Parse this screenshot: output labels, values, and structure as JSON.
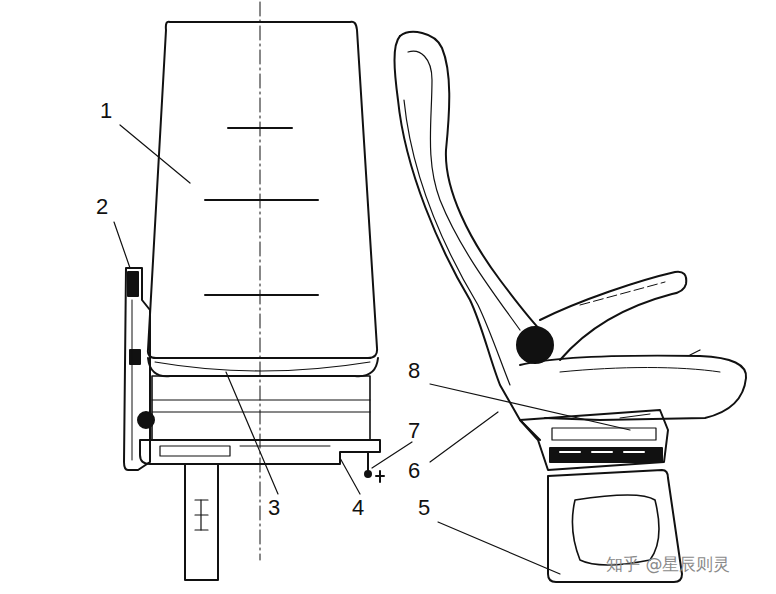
{
  "diagram": {
    "labels": [
      "1",
      "2",
      "3",
      "4",
      "5",
      "6",
      "7",
      "8",
      "知乎 @星辰则灵"
    ]
  }
}
